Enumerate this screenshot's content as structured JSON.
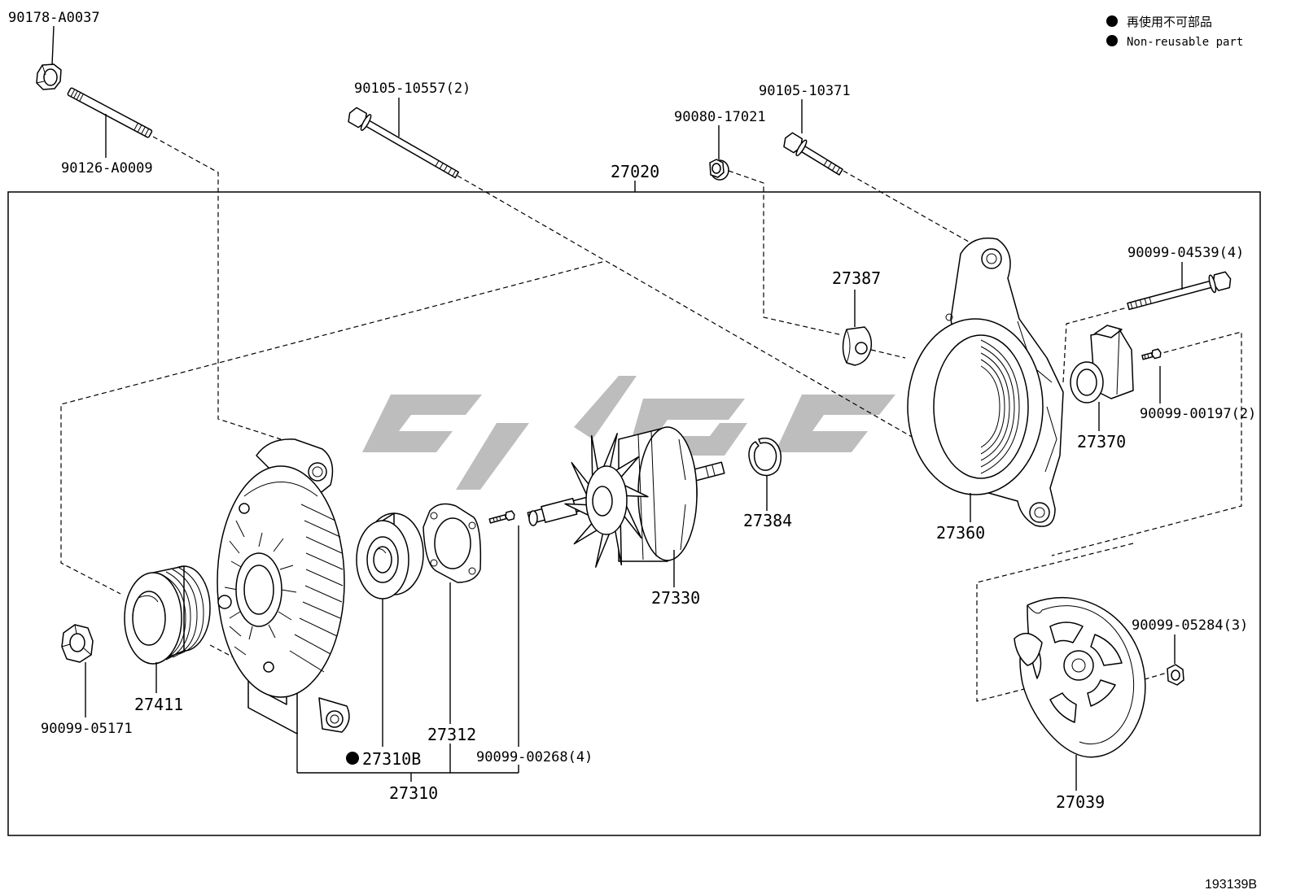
{
  "legend": {
    "non_reusable_jp": "再使用不可部品",
    "non_reusable_en": "Non-reusable part"
  },
  "labels": {
    "p90178_A0037": "90178-A0037",
    "p90126_A0009": "90126-A0009",
    "p90105_10557": "90105-10557(2)",
    "p90080_17021": "90080-17021",
    "p90105_10371": "90105-10371",
    "p27020": "27020",
    "p27387": "27387",
    "p90099_04539": "90099-04539(4)",
    "p27370": "27370",
    "p90099_00197": "90099-00197(2)",
    "p27384": "27384",
    "p27360": "27360",
    "p27330": "27330",
    "p90099_05284": "90099-05284(3)",
    "p27411": "27411",
    "p90099_05171": "90099-05171",
    "p27312": "27312",
    "p27310B": "27310B",
    "p90099_00268": "90099-00268(4)",
    "p27310": "27310",
    "p27039": "27039"
  },
  "figure_id": "193139B",
  "colors": {
    "line": "#000000",
    "watermark": "#bdbdbd",
    "background": "#ffffff"
  }
}
